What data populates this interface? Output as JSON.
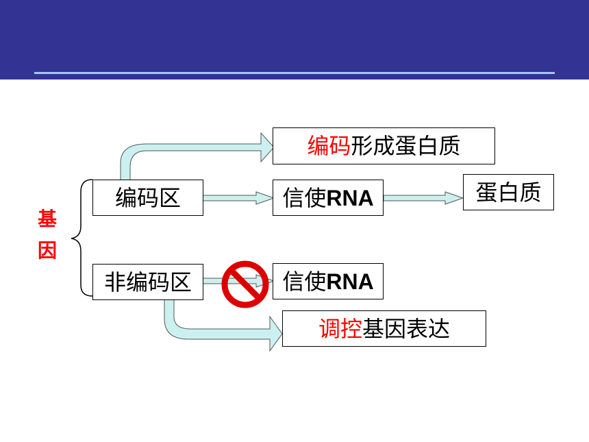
{
  "gene": {
    "char1": "基",
    "char2": "因"
  },
  "coding_region": {
    "label": "编码区"
  },
  "noncoding_region": {
    "label": "非编码区"
  },
  "top_target": {
    "red": "编码",
    "rest": "形成蛋白质"
  },
  "mrna_box_1": {
    "cn": "信使",
    "latin": "RNA"
  },
  "protein_box": {
    "label": "蛋白质"
  },
  "mrna_box_2": {
    "cn": "信使",
    "latin": "RNA"
  },
  "bottom_target": {
    "red": "调控",
    "rest": "基因表达"
  },
  "colors": {
    "header": "#333393",
    "header_rule": "#a6c6ee",
    "arrow_fill": "#ccf0f0",
    "prohibit": "#dd0000",
    "highlight": "#ff0000"
  },
  "icons": {
    "prohibit": "prohibition-icon"
  }
}
